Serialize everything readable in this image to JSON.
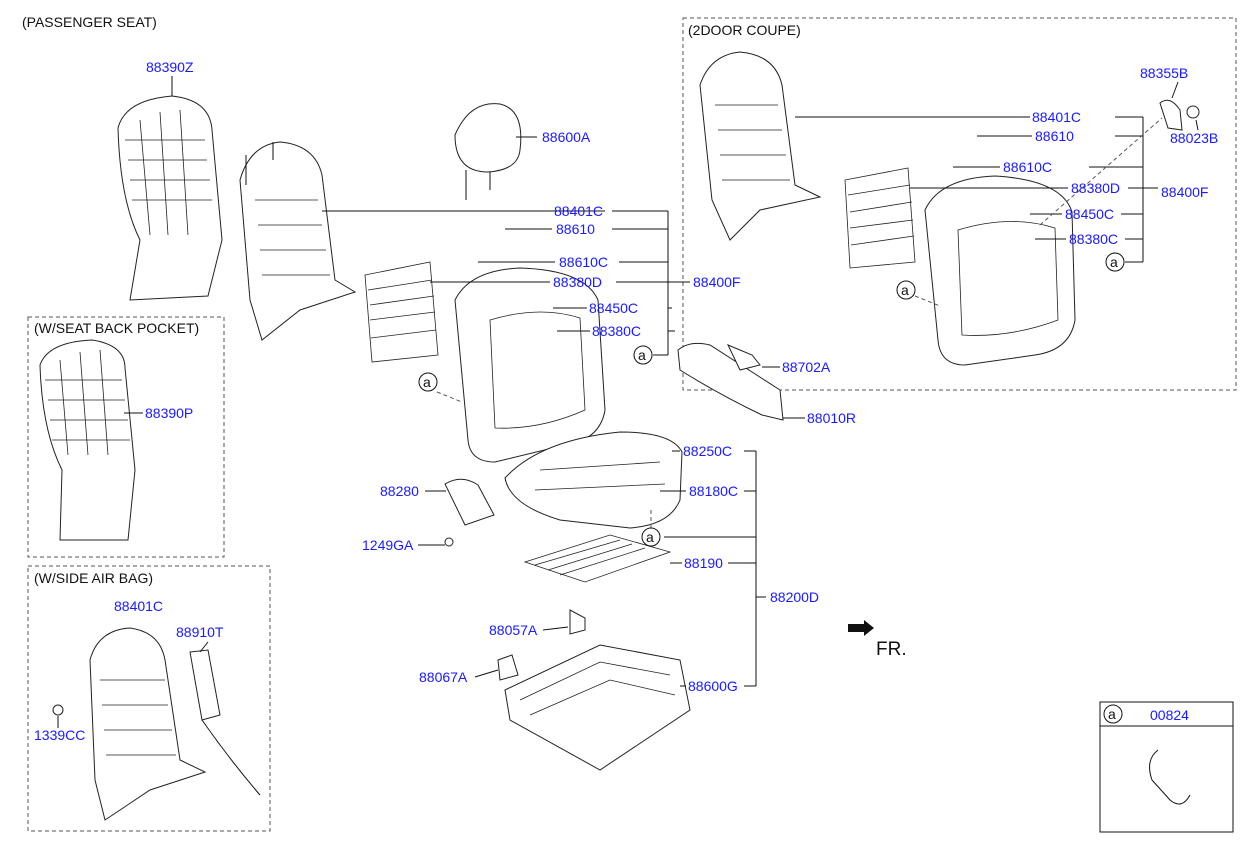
{
  "sections": {
    "passenger_seat": "(PASSENGER SEAT)",
    "two_door_coupe": "(2DOOR COUPE)",
    "seat_back_pocket": "(W/SEAT BACK POCKET)",
    "side_air_bag": "(W/SIDE AIR BAG)"
  },
  "direction_label": "FR.",
  "ref_marker": "a",
  "legend": {
    "marker": "a",
    "part": "00824"
  },
  "parts": {
    "p88390Z": "88390Z",
    "p88390P": "88390P",
    "p88401C_side": "88401C",
    "p88910T": "88910T",
    "p1339CC": "1339CC",
    "p88600A": "88600A",
    "p88401C": "88401C",
    "p88610": "88610",
    "p88610C": "88610C",
    "p88380D": "88380D",
    "p88400F": "88400F",
    "p88450C": "88450C",
    "p88380C": "88380C",
    "p88702A": "88702A",
    "p88010R": "88010R",
    "p88250C": "88250C",
    "p88180C": "88180C",
    "p88280": "88280",
    "p1249GA": "1249GA",
    "p88190": "88190",
    "p88200D": "88200D",
    "p88057A": "88057A",
    "p88067A": "88067A",
    "p88600G": "88600G",
    "c88401C": "88401C",
    "c88610": "88610",
    "c88610C": "88610C",
    "c88380D": "88380D",
    "c88400F": "88400F",
    "c88450C": "88450C",
    "c88380C": "88380C",
    "c88355B": "88355B",
    "c88023B": "88023B"
  }
}
